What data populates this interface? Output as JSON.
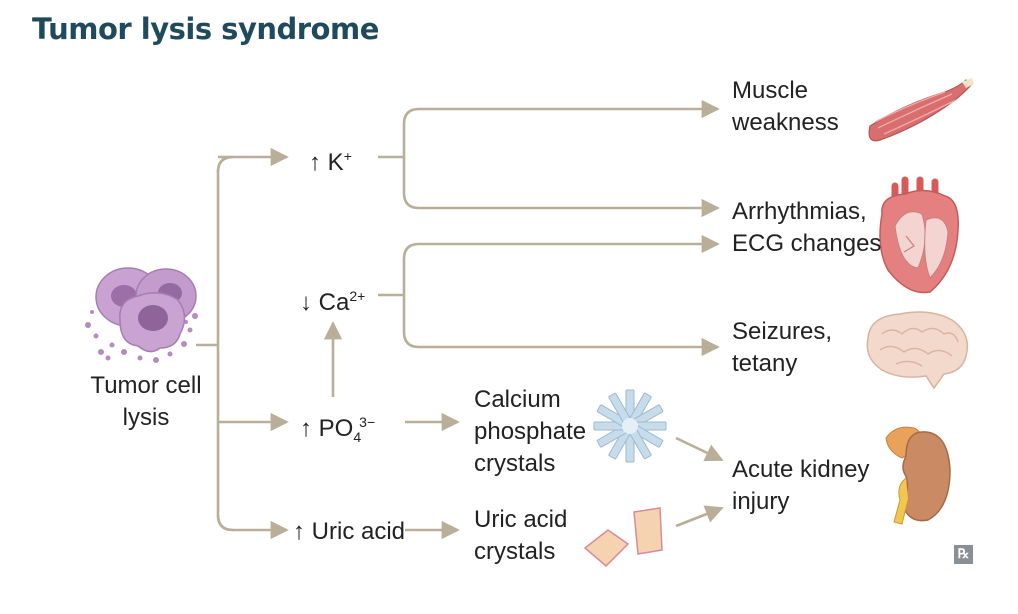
{
  "title": "Tumor lysis syndrome",
  "source": {
    "line1": "Tumor cell",
    "line2": "lysis"
  },
  "labs": {
    "k": {
      "arrow": "↑",
      "base": "K",
      "sup": "+"
    },
    "ca": {
      "arrow": "↓",
      "base": "Ca",
      "sup": "2+"
    },
    "po4": {
      "arrow": "↑",
      "base": "PO",
      "sub": "4",
      "sup": "3−"
    },
    "uric": {
      "label": "↑ Uric acid"
    }
  },
  "crystals": {
    "calcium": [
      "Calcium",
      "phosphate",
      "crystals"
    ],
    "uric": [
      "Uric acid",
      "crystals"
    ]
  },
  "outcomes": {
    "muscle": [
      "Muscle",
      "weakness"
    ],
    "arrhythmia": [
      "Arrhythmias,",
      "ECG changes"
    ],
    "seizures": [
      "Seizures,",
      "tetany"
    ],
    "aki": [
      "Acute kidney",
      "injury"
    ]
  },
  "icons": {
    "cells": "tumor-cells-icon",
    "muscle": "muscle-icon",
    "heart": "heart-icon",
    "brain": "brain-icon",
    "kidney": "kidney-icon",
    "calcium_crystal": "calcium-phosphate-crystal-icon",
    "uric_crystal": "uric-acid-crystal-icon"
  },
  "badge": "℞",
  "colors": {
    "title": "#1f4a5c",
    "arrow": "#b9ae98",
    "cell": "#b58cc0",
    "muscle": "#d96e6e",
    "heart": "#e07a7a",
    "brain": "#f1d5c6",
    "kidney": "#c98a64",
    "crystal_blue": "#b8d1e3",
    "crystal_peach": "#f6d3b0"
  }
}
